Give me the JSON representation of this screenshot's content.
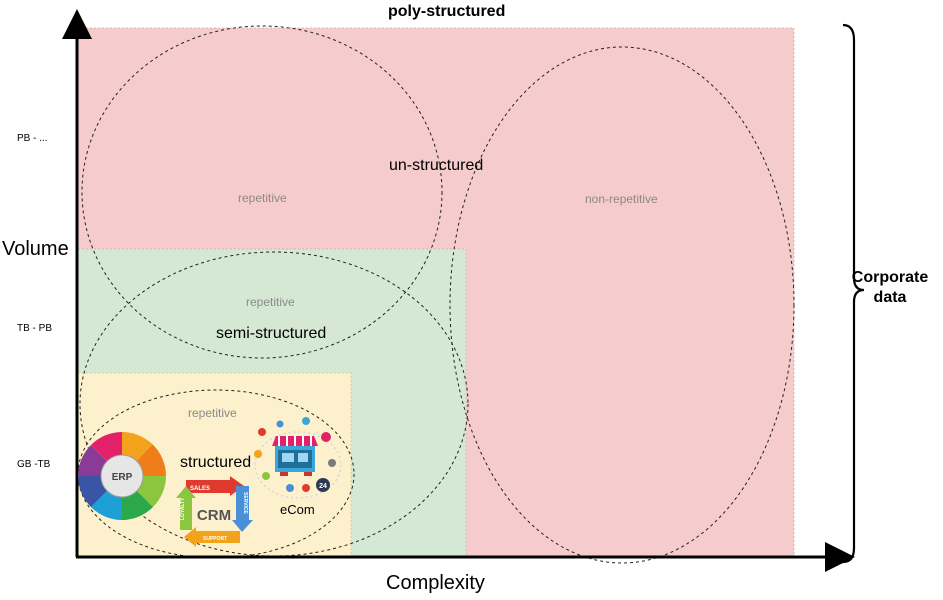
{
  "title": "poly-structured",
  "axes": {
    "y_label": "Volume",
    "x_label": "Complexity"
  },
  "y_ticks": [
    "PB - ...",
    "TB - PB",
    "GB -TB"
  ],
  "brace_label_line1": "Corporate",
  "brace_label_line2": "data",
  "regions": {
    "unstructured": {
      "label": "un-structured",
      "left_sub": "repetitive",
      "right_sub": "non-repetitive",
      "color": "#f5cccb"
    },
    "semi_structured": {
      "label": "semi-structured",
      "sub": "repetitive",
      "color": "#d5e8d4"
    },
    "structured": {
      "label": "structured",
      "sub": "repetitive",
      "color": "#fdf0cc"
    }
  },
  "apps": {
    "erp": "ERP",
    "crm": "CRM",
    "ecom": "eCom",
    "crm_sales": "SALES",
    "crm_service": "SERVICE",
    "crm_support": "SUPPORT",
    "crm_loyalty": "LOYALTY",
    "ecom_badge": "24"
  }
}
